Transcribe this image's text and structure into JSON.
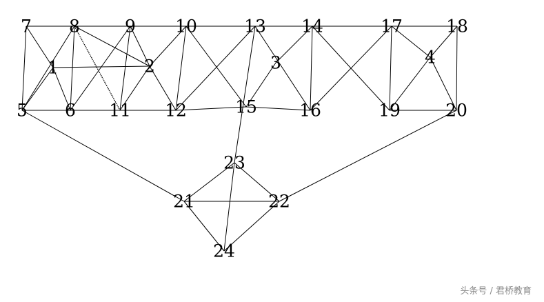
{
  "nodes": [
    {
      "id": "n1",
      "label": "1"
    },
    {
      "id": "n2",
      "label": "2"
    },
    {
      "id": "n3",
      "label": "3"
    },
    {
      "id": "n4",
      "label": "4"
    },
    {
      "id": "n5",
      "label": "5"
    },
    {
      "id": "n6",
      "label": "6"
    },
    {
      "id": "n7",
      "label": "7"
    },
    {
      "id": "n8",
      "label": "8"
    },
    {
      "id": "n9",
      "label": "9"
    },
    {
      "id": "n10",
      "label": "10"
    },
    {
      "id": "n11",
      "label": "11"
    },
    {
      "id": "n12",
      "label": "12"
    },
    {
      "id": "n13",
      "label": "13"
    },
    {
      "id": "n14",
      "label": "14"
    },
    {
      "id": "n15",
      "label": "15"
    },
    {
      "id": "n16",
      "label": "16"
    },
    {
      "id": "n17",
      "label": "17"
    },
    {
      "id": "n18",
      "label": "18"
    },
    {
      "id": "n19",
      "label": "19"
    },
    {
      "id": "n20",
      "label": "20"
    },
    {
      "id": "n21",
      "label": "21"
    },
    {
      "id": "n22",
      "label": "22"
    },
    {
      "id": "n23",
      "label": "23"
    },
    {
      "id": "n24",
      "label": "24"
    }
  ],
  "edges": [
    {
      "from": "n7",
      "to": "n8",
      "style": "solid"
    },
    {
      "from": "n8",
      "to": "n9",
      "style": "solid"
    },
    {
      "from": "n9",
      "to": "n10",
      "style": "solid"
    },
    {
      "from": "n10",
      "to": "n13",
      "style": "solid"
    },
    {
      "from": "n13",
      "to": "n14",
      "style": "solid"
    },
    {
      "from": "n14",
      "to": "n17",
      "style": "solid"
    },
    {
      "from": "n17",
      "to": "n18",
      "style": "solid"
    },
    {
      "from": "n7",
      "to": "n5",
      "style": "solid"
    },
    {
      "from": "n7",
      "to": "n1",
      "style": "solid"
    },
    {
      "from": "n8",
      "to": "n5",
      "style": "solid"
    },
    {
      "from": "n8",
      "to": "n6",
      "style": "solid"
    },
    {
      "from": "n8",
      "to": "n2",
      "style": "solid"
    },
    {
      "from": "n8",
      "to": "n11",
      "style": "dotted"
    },
    {
      "from": "n1",
      "to": "n2",
      "style": "solid"
    },
    {
      "from": "n1",
      "to": "n5",
      "style": "solid"
    },
    {
      "from": "n1",
      "to": "n6",
      "style": "solid"
    },
    {
      "from": "n9",
      "to": "n6",
      "style": "solid"
    },
    {
      "from": "n9",
      "to": "n11",
      "style": "solid"
    },
    {
      "from": "n9",
      "to": "n2",
      "style": "solid"
    },
    {
      "from": "n10",
      "to": "n2",
      "style": "solid"
    },
    {
      "from": "n10",
      "to": "n12",
      "style": "solid"
    },
    {
      "from": "n10",
      "to": "n15",
      "style": "solid"
    },
    {
      "from": "n2",
      "to": "n11",
      "style": "solid"
    },
    {
      "from": "n2",
      "to": "n12",
      "style": "solid"
    },
    {
      "from": "n13",
      "to": "n12",
      "style": "solid"
    },
    {
      "from": "n13",
      "to": "n16",
      "style": "solid"
    },
    {
      "from": "n13",
      "to": "n23",
      "style": "solid"
    },
    {
      "from": "n14",
      "to": "n3",
      "style": "solid"
    },
    {
      "from": "n3",
      "to": "n15",
      "style": "solid"
    },
    {
      "from": "n14",
      "to": "n16",
      "style": "solid"
    },
    {
      "from": "n14",
      "to": "n19",
      "style": "solid"
    },
    {
      "from": "n17",
      "to": "n16",
      "style": "solid"
    },
    {
      "from": "n17",
      "to": "n19",
      "style": "solid"
    },
    {
      "from": "n17",
      "to": "n4",
      "style": "solid"
    },
    {
      "from": "n18",
      "to": "n4",
      "style": "solid"
    },
    {
      "from": "n18",
      "to": "n20",
      "style": "solid"
    },
    {
      "from": "n4",
      "to": "n19",
      "style": "solid"
    },
    {
      "from": "n4",
      "to": "n20",
      "style": "solid"
    },
    {
      "from": "n5",
      "to": "n6",
      "style": "solid"
    },
    {
      "from": "n6",
      "to": "n11",
      "style": "solid"
    },
    {
      "from": "n11",
      "to": "n12",
      "style": "solid"
    },
    {
      "from": "n12",
      "to": "n15",
      "style": "solid"
    },
    {
      "from": "n15",
      "to": "n16",
      "style": "solid"
    },
    {
      "from": "n19",
      "to": "n20",
      "style": "solid"
    },
    {
      "from": "n5",
      "to": "n21",
      "style": "solid"
    },
    {
      "from": "n20",
      "to": "n22",
      "style": "solid"
    },
    {
      "from": "n23",
      "to": "n21",
      "style": "solid"
    },
    {
      "from": "n23",
      "to": "n22",
      "style": "solid"
    },
    {
      "from": "n23",
      "to": "n24",
      "style": "solid"
    },
    {
      "from": "n21",
      "to": "n22",
      "style": "solid"
    },
    {
      "from": "n21",
      "to": "n24",
      "style": "solid"
    },
    {
      "from": "n22",
      "to": "n24",
      "style": "solid"
    }
  ],
  "watermark": {
    "text": "头条号 / 君桥教育"
  }
}
